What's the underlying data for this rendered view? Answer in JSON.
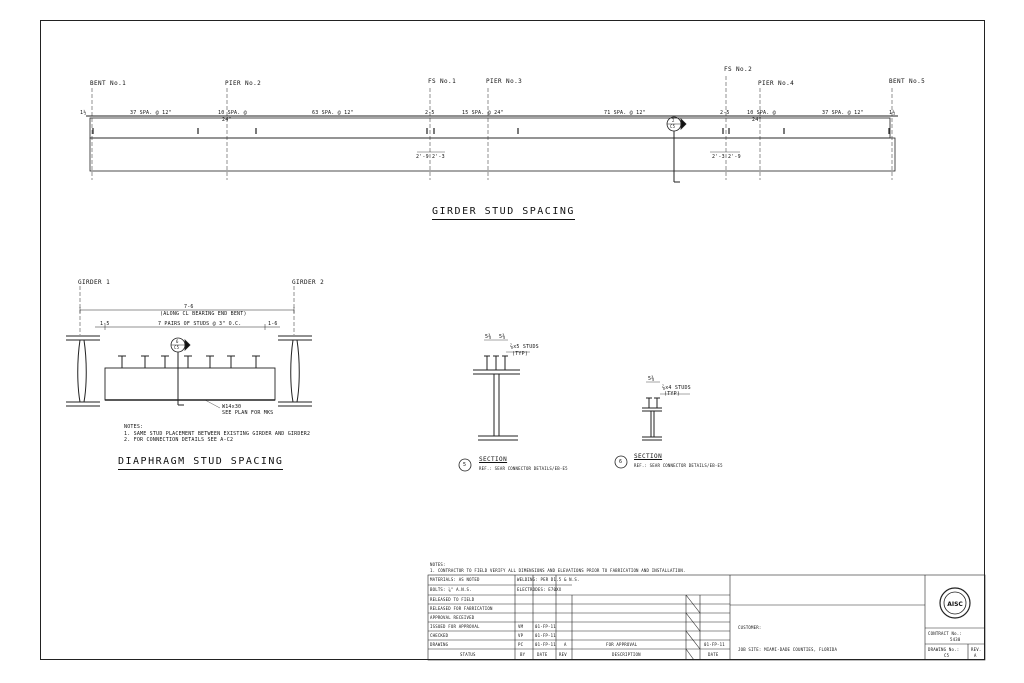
{
  "girder_plan": {
    "title": "GIRDER STUD SPACING",
    "centerlines": [
      {
        "id": "bent1",
        "label": "BENT No.1"
      },
      {
        "id": "pier2",
        "label": "PIER No.2"
      },
      {
        "id": "fs1",
        "label": "FS No.1"
      },
      {
        "id": "pier3",
        "label": "PIER No.3"
      },
      {
        "id": "fs2",
        "label": "FS No.2"
      },
      {
        "id": "pier4",
        "label": "PIER No.4"
      },
      {
        "id": "bent5",
        "label": "BENT No.5"
      }
    ],
    "spacing_labels": [
      "1½",
      "37 SPA. @ 12\"",
      "10 SPA. @",
      "63 SPA. @ 12\"",
      "2-5",
      "15 SPA. @ 24\"",
      "71 SPA. @ 12\"",
      "2-5",
      "10 SPA. @",
      "37 SPA. @ 12\"",
      "1½"
    ],
    "small_labels": [
      "2'-9",
      "2'-3",
      "2'-3",
      "2'-9",
      "24\"",
      "24\""
    ],
    "detail_marker": {
      "top": "2",
      "bottom": "C5"
    }
  },
  "diaphragm_plan": {
    "title": "DIAPHRAGM STUD SPACING",
    "girder_labels": [
      "GIRDER 1",
      "GIRDER 2"
    ],
    "dim_total": "7-6",
    "dim_total_note": "(ALONG CL BEARING END BENT)",
    "dim_left": "1-5",
    "dim_mid": "7 PAIRS OF STUDS @ 3\" O.C.",
    "dim_right": "1-6",
    "member_label": "W14x30",
    "member_note": "SEE PLAN FOR MKS",
    "detail_marker": {
      "top": "6",
      "bottom": "C5"
    },
    "notes_title": "NOTES:",
    "notes": [
      "1.  SAME STUD PLACEMENT BETWEEN EXISTING GIRDER AND GIRDER2",
      "2.  FOR CONNECTION DETAILS SEE A-C2"
    ]
  },
  "section5": {
    "number": "5",
    "title": "SECTION",
    "ref": "REF.: SEAR CONNECTOR DETAILS/EB-E5",
    "dims": [
      "5⅜",
      "5⅜"
    ],
    "stud_label": "⅞x5 STUDS",
    "stud_sub": "(TYP)"
  },
  "section6": {
    "number": "6",
    "title": "SECTION",
    "ref": "REF.: SEAR CONNECTOR DETAILS/EB-E5",
    "dims": [
      "5⅜"
    ],
    "stud_label": "⅞x4 STUDS",
    "stud_sub": "(TYP)"
  },
  "general_notes": {
    "title": "NOTES:",
    "lines": [
      "1.  CONTRACTOR TO FIELD VERIFY ALL DIMENSIONS AND ELEVATIONS PRIOR TO FABRICATION AND INSTALLATION."
    ]
  },
  "title_block": {
    "material": "MATERIALS:  AS NOTED",
    "welding": "WELDING:  PER D1.5 & N.S.",
    "bolts": "BOLTS:  ⅞\" A.N.S.",
    "electrodes": "ELECTRODES:  E70XX",
    "status_rows": [
      "RELEASED TO FIELD",
      "RELEASED FOR FABRICATION",
      "APPROVAL RECEIVED",
      "ISSUED FOR APPROVAL",
      "CHECKED",
      "DRAWING"
    ],
    "by": [
      "",
      "",
      "",
      "VM",
      "VP",
      "PC"
    ],
    "date": [
      "",
      "",
      "",
      "01-FP-11",
      "01-FP-11",
      "01-FP-11"
    ],
    "rev_row": {
      "rev": "A",
      "description": "FOR APPROVAL",
      "date": "01-FP-11"
    },
    "headers": {
      "status": "STATUS",
      "by": "BY",
      "date": "DATE",
      "rev": "REV",
      "description": "DESCRIPTION",
      "date2": "DATE"
    },
    "customer_label": "CUSTOMER:",
    "job_site": "JOB SITE:   MIAMI-DADE COUNTIES, FLORIDA",
    "contract_label": "CONTRACT No.:",
    "contract_no": "5430",
    "drawing_label": "DRAWING No.:",
    "drawing_no": "C5",
    "rev_label": "REV.",
    "rev_no": "A",
    "seal_text": "AISC"
  }
}
